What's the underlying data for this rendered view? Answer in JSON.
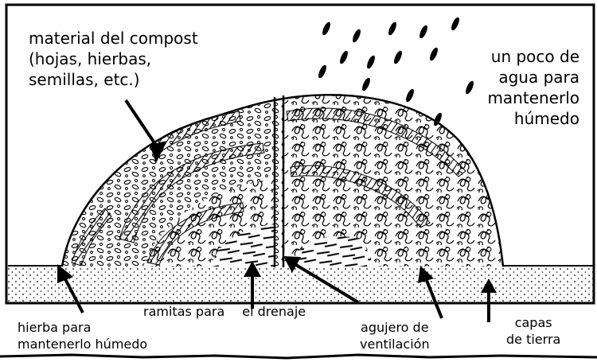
{
  "labels": {
    "compost_material": [
      "material del compost",
      "(hojas, hierbas,",
      "semillas, etc.)"
    ],
    "water": [
      "un poco de",
      "agua para",
      "mantenerlo",
      "húmedo"
    ],
    "twigs": [
      "ramitas para",
      "el drenaje"
    ],
    "grass": [
      "hierba para",
      "mantenerlo húmedo"
    ],
    "vent_hole": [
      "agujero de",
      "ventilación"
    ],
    "soil_layers": [
      "capas",
      "de tierra"
    ]
  }
}
